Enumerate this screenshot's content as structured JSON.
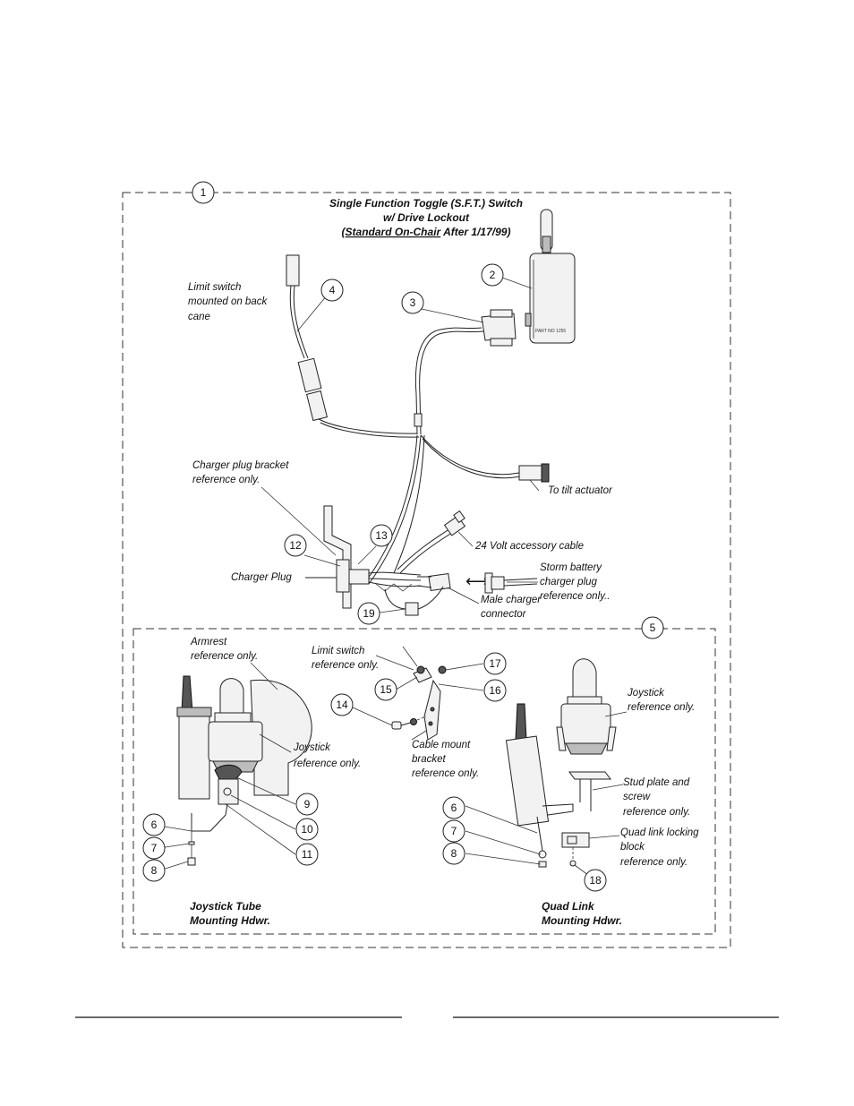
{
  "title": {
    "line1": "Single Function Toggle (S.F.T.) Switch",
    "line2": "w/ Drive Lockout",
    "line3_underlined": "Standard On-Chair",
    "line3_rest": " After 1/17/99)",
    "line3_paren": "("
  },
  "callouts": {
    "c1": "1",
    "c2": "2",
    "c3": "3",
    "c4": "4",
    "c5": "5",
    "c6a": "6",
    "c7a": "7",
    "c8a": "8",
    "c6b": "6",
    "c7b": "7",
    "c8b": "8",
    "c9": "9",
    "c10": "10",
    "c11": "11",
    "c12": "12",
    "c13": "13",
    "c14": "14",
    "c15": "15",
    "c16": "16",
    "c17": "17",
    "c18": "18",
    "c19": "19"
  },
  "labels": {
    "limit_switch_1": "Limit switch",
    "limit_switch_2": "mounted on back",
    "limit_switch_3": "cane",
    "charger_bracket_1": "Charger plug bracket",
    "charger_bracket_2": "reference only.",
    "to_tilt": "To tilt actuator",
    "volt_cable": "24 Volt accessory cable",
    "charger_plug": "Charger Plug",
    "storm_1": "Storm battery",
    "storm_2": "charger plug",
    "storm_3": "reference only..",
    "male_1": "Male charger",
    "male_2": "connector",
    "armrest_1": "Armrest",
    "armrest_2": "reference only.",
    "limit_ref_1": "Limit switch",
    "limit_ref_2": "reference only.",
    "joystick_l_1": "Joystick",
    "joystick_l_2": "reference only.",
    "cable_mount_1": "Cable mount",
    "cable_mount_2": "bracket",
    "cable_mount_3": "reference only.",
    "joystick_r_1": "Joystick",
    "joystick_r_2": "reference only.",
    "stud_1": "Stud plate and",
    "stud_2": "screw",
    "stud_3": "reference only.",
    "quad_block_1": "Quad link locking",
    "quad_block_2": "block",
    "quad_block_3": "reference only.",
    "module_text": "PART NO  1255",
    "section_left_1": "Joystick Tube",
    "section_left_2": "Mounting Hdwr.",
    "section_right_1": "Quad Link",
    "section_right_2": "Mounting Hdwr."
  },
  "symbols": {
    "double_arrow": "⟷"
  }
}
